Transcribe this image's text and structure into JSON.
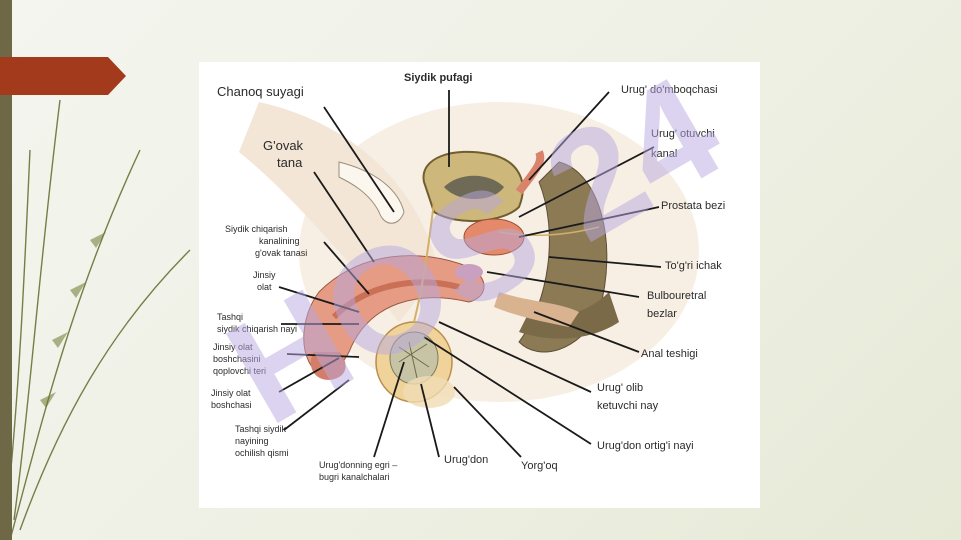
{
  "diagram": {
    "labels": {
      "chanoq_suyagi": "Chanoq suyagi",
      "siydik_pufagi": "Siydik pufagi",
      "urug_domboqchasi": "Urug' do'mboqchasi",
      "urug_otuvchi_1": "Urug' otuvchi",
      "urug_otuvchi_2": "kanal",
      "govak_1": "G'ovak",
      "govak_2": "tana",
      "prostata": "Prostata bezi",
      "siydik_chiq_1": "Siydik chiqarish",
      "siydik_chiq_2": "kanalining",
      "siydik_chiq_3": "g'ovak tanasi",
      "togri_ichak": "To'g'ri ichak",
      "jinsiy_olat_1": "Jinsiy",
      "jinsiy_olat_2": "olat",
      "bulbo_1": "Bulbouretral",
      "bulbo_2": "bezlar",
      "tashqi_nay_1": "Tashqi",
      "tashqi_nay_2": "siydik chiqarish nayi",
      "anal": "Anal teshigi",
      "bosh_teri_1": "Jinsiy olat",
      "bosh_teri_2": "boshchasini",
      "bosh_teri_3": "qoplovchi teri",
      "olat_bosh_1": "Jinsiy olat",
      "olat_bosh_2": "boshchasi",
      "olib_ket_1": "Urug' olib",
      "olib_ket_2": "ketuvchi nay",
      "ochilish_1": "Tashqi siydik",
      "ochilish_2": "nayining",
      "ochilish_3": "ochilish qismi",
      "ortigi": "Urug'don ortig'i nayi",
      "egri_1": "Urug'donning egri –",
      "egri_2": "bugri kanalchalari",
      "urugdon": "Urug'don",
      "yorgoq": "Yorg'oq"
    },
    "watermark": "HOS 24"
  },
  "colors": {
    "accent_tab": "#a33a1c",
    "side_bar": "#6f6847",
    "watermark": "#b7a8e0",
    "watermark_dark": "#8d8d8d"
  }
}
